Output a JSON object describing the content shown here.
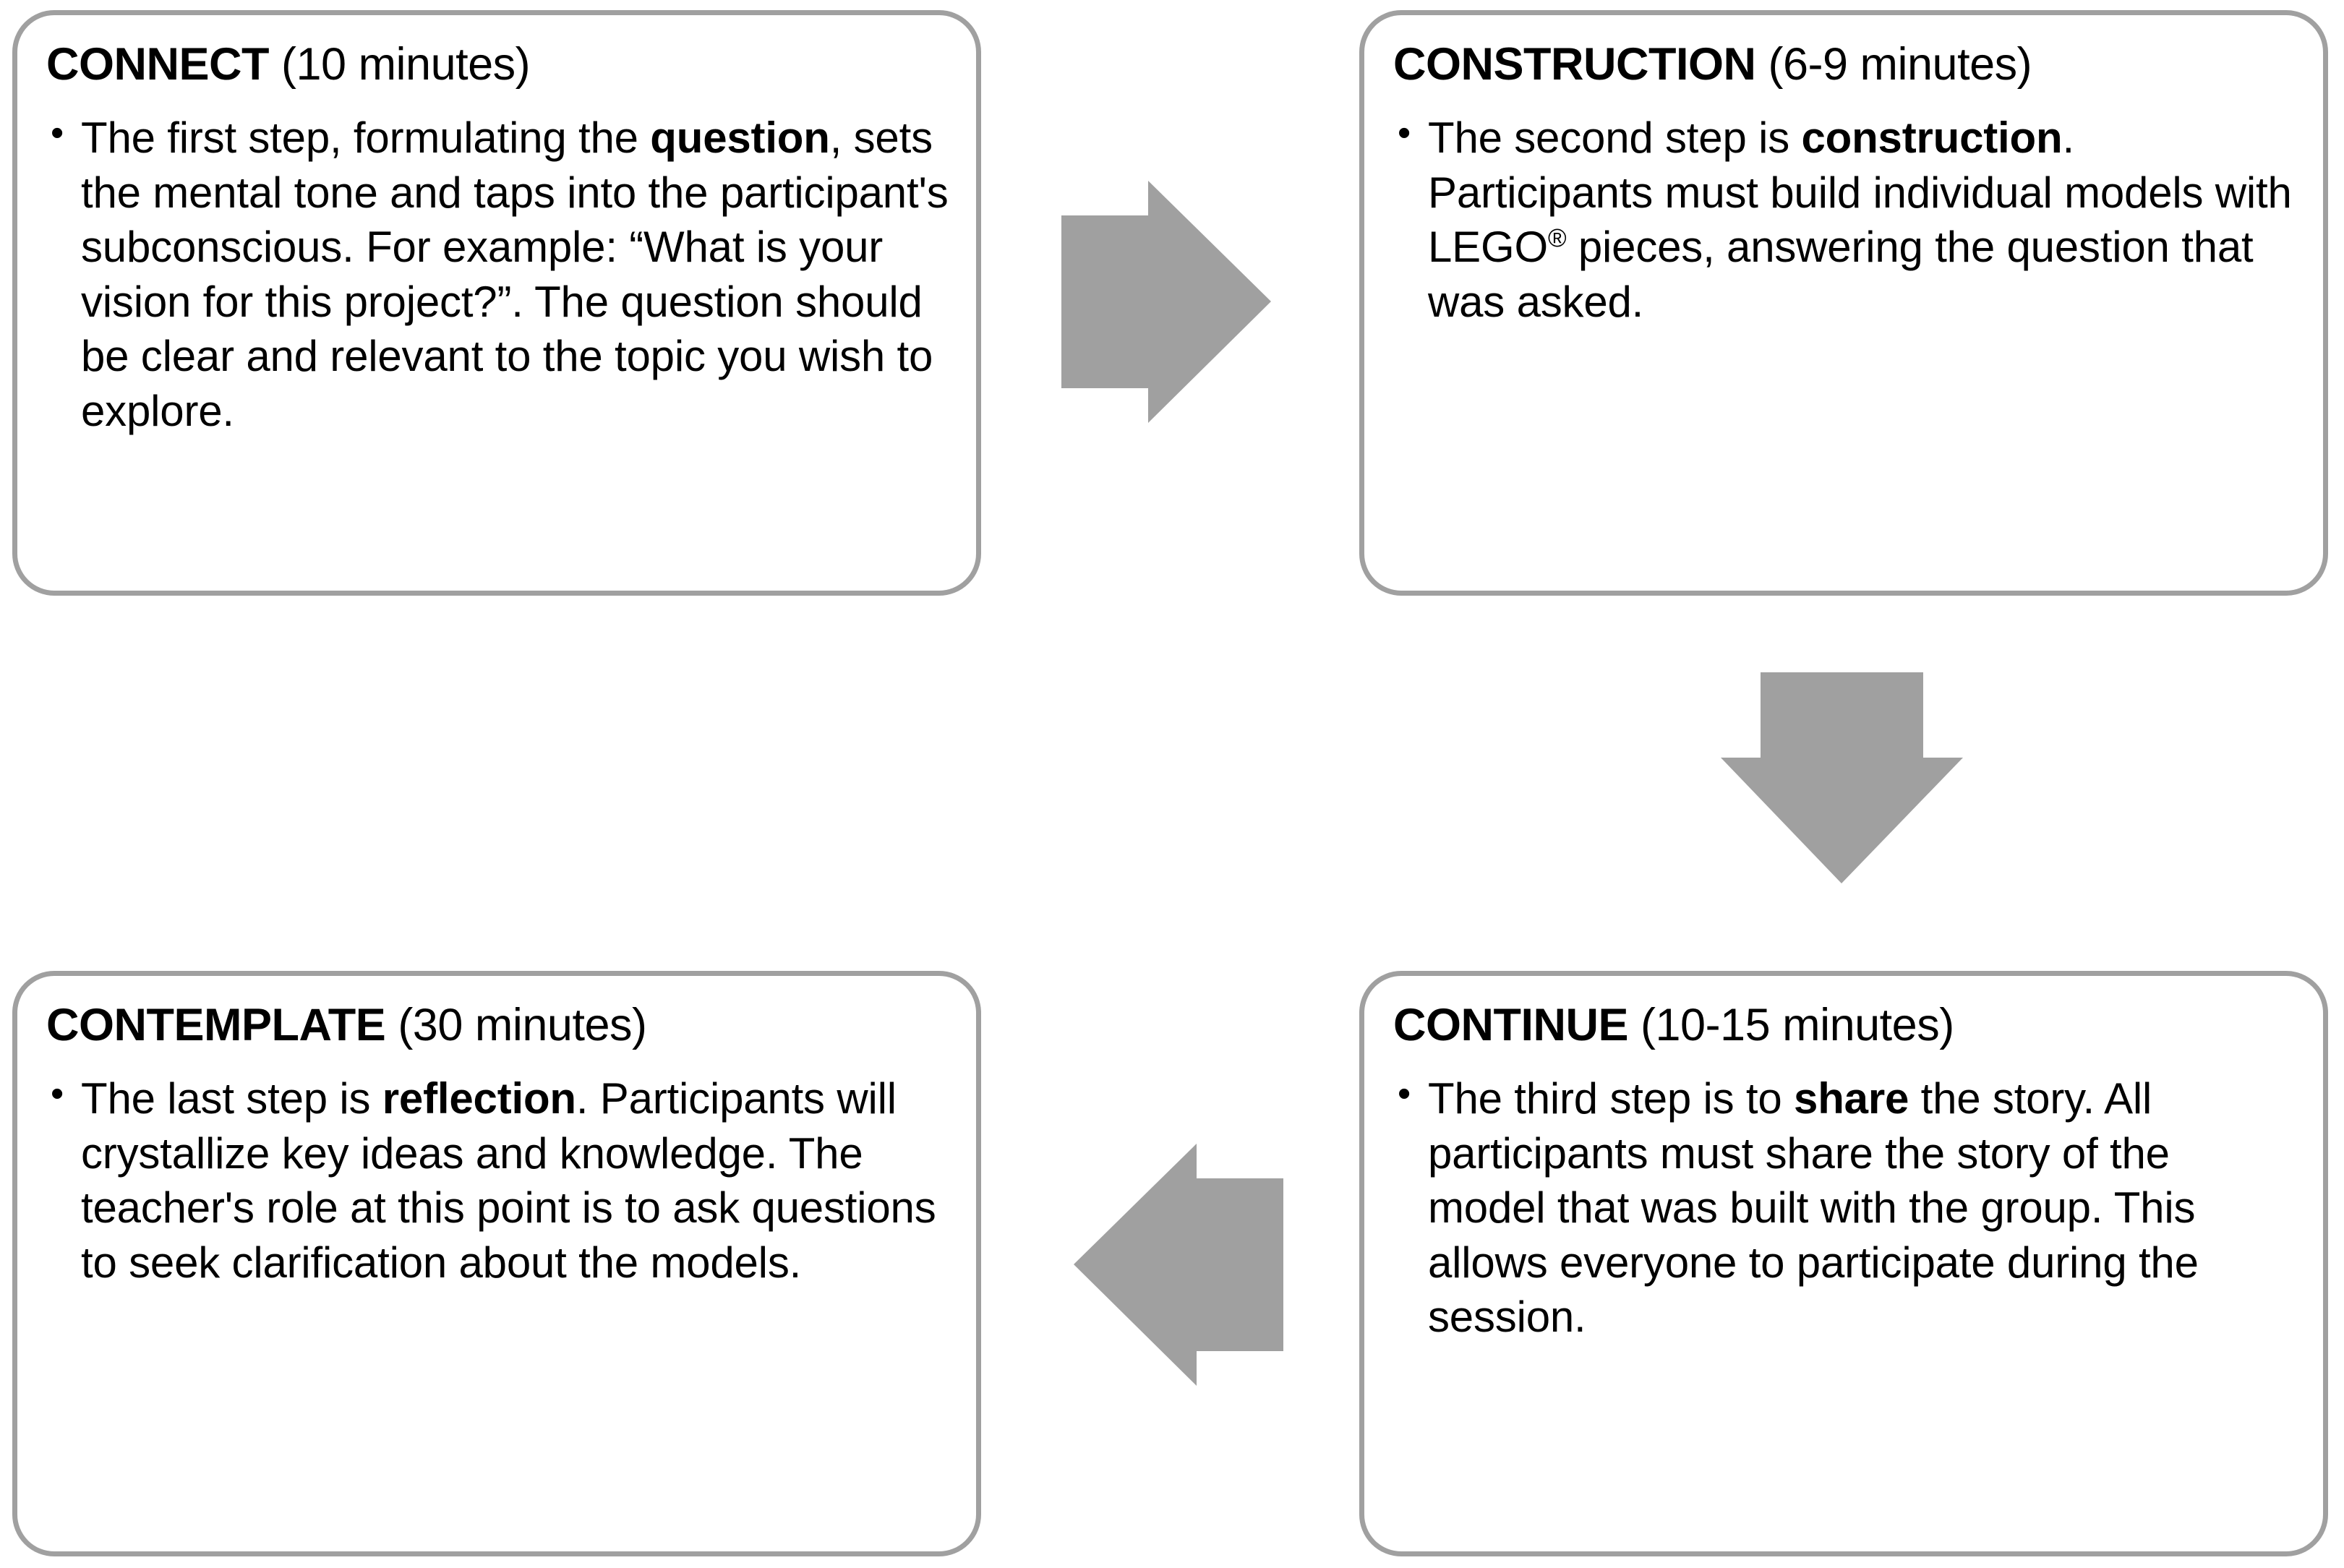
{
  "diagram": {
    "title_accessible": "LEGO Serious Play four-step process",
    "accent_gray": "#a0a0a0",
    "text_color": "#000000",
    "background": "#ffffff",
    "boxes": [
      {
        "id": "connect",
        "keyword": "CONNECT",
        "duration": "(10 minutes)",
        "bullets": [
          {
            "parts": [
              {
                "text": "The first step, formulating the ",
                "bold": false
              },
              {
                "text": "question",
                "bold": true
              },
              {
                "text": ", sets the mental tone and taps into the participant's subconscious. For example: “What is your vision for this project?”. The question should be clear and relevant to the topic you wish to explore.",
                "bold": false
              }
            ]
          }
        ]
      },
      {
        "id": "construction",
        "keyword": "CONSTRUCTION",
        "duration": "(6-9 minutes)",
        "bullets": [
          {
            "parts": [
              {
                "text": "The second step is ",
                "bold": false
              },
              {
                "text": "construction",
                "bold": true
              },
              {
                "text": ". Participants must build individual models with LEGO",
                "bold": false
              },
              {
                "text": "®",
                "bold": false,
                "sup": true
              },
              {
                "text": " pieces, answering the question that was asked.",
                "bold": false
              }
            ]
          }
        ]
      },
      {
        "id": "continue",
        "keyword": "CONTINUE",
        "duration": "(10-15 minutes)",
        "bullets": [
          {
            "parts": [
              {
                "text": "The third step is to ",
                "bold": false
              },
              {
                "text": "share",
                "bold": true
              },
              {
                "text": " the story. All participants must share the story of the model that was built with the group. This allows everyone to participate during the session.",
                "bold": false
              }
            ]
          }
        ]
      },
      {
        "id": "contemplate",
        "keyword": "CONTEMPLATE",
        "duration": "(30 minutes)",
        "bullets": [
          {
            "parts": [
              {
                "text": "The last step is ",
                "bold": false
              },
              {
                "text": "reflection",
                "bold": true
              },
              {
                "text": ". Participants will crystallize key ideas and knowledge. The teacher's role at this point is to ask questions to seek clarification about the models.",
                "bold": false
              }
            ]
          }
        ]
      }
    ],
    "arrows": [
      {
        "id": "connect-to-construction",
        "direction": "right"
      },
      {
        "id": "construction-to-continue",
        "direction": "down"
      },
      {
        "id": "continue-to-contemplate",
        "direction": "left"
      }
    ]
  }
}
